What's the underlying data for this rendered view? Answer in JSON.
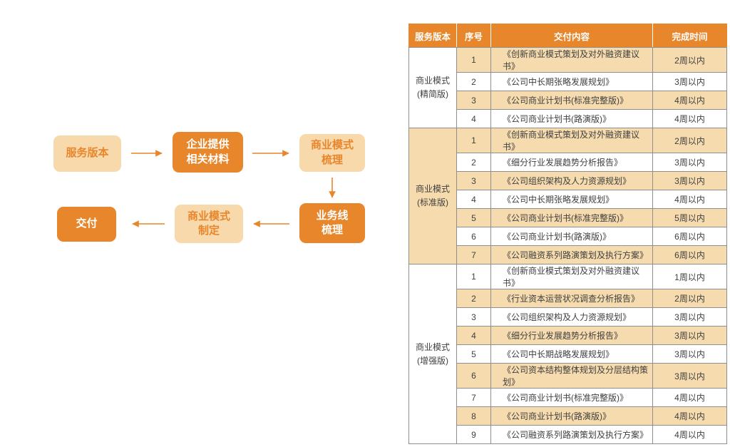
{
  "colors": {
    "accent_orange": "#E8862B",
    "light_box_fill": "#F7D9AC",
    "row_highlight": "#F6DBAE",
    "grid_border": "#8E8E8E",
    "body_text": "#3F3F3F"
  },
  "flowchart": {
    "nodes": [
      {
        "label": "服务版本",
        "style": "light"
      },
      {
        "label": "企业提供\n相关材料",
        "style": "solid"
      },
      {
        "label": "商业模式\n梳理",
        "style": "light"
      },
      {
        "label": "业务线\n梳理",
        "style": "solid"
      },
      {
        "label": "商业模式\n制定",
        "style": "light"
      },
      {
        "label": "交付",
        "style": "solid"
      }
    ],
    "arrow_color": "#E8862B"
  },
  "table": {
    "headers": [
      "服务版本",
      "序号",
      "交付内容",
      "完成时间"
    ],
    "sections": [
      {
        "label": "商业模式\n(精简版)",
        "rows": [
          {
            "no": "1",
            "content": "《创新商业模式策划及对外融资建议书》",
            "time": "2周以内"
          },
          {
            "no": "2",
            "content": "《公司中长期张略发展规划》",
            "time": "3周以内"
          },
          {
            "no": "3",
            "content": "《公司商业计划书(标准完整版)》",
            "time": "4周以内"
          },
          {
            "no": "4",
            "content": "《公司商业计划书(路演版)》",
            "time": "4周以内"
          }
        ]
      },
      {
        "label": "商业模式\n(标准版)",
        "rows": [
          {
            "no": "1",
            "content": "《创新商业模式策划及对外融资建议书》",
            "time": "2周以内"
          },
          {
            "no": "2",
            "content": "《细分行业发展趋势分析报告》",
            "time": "3周以内"
          },
          {
            "no": "3",
            "content": "《公司组织架构及人力资源规划》",
            "time": "3周以内"
          },
          {
            "no": "4",
            "content": "《公司中长期张略发展规划》",
            "time": "4周以内"
          },
          {
            "no": "5",
            "content": "《公司商业计划书(标准完整版)》",
            "time": "5周以内"
          },
          {
            "no": "6",
            "content": "《公司商业计划书(路演版)》",
            "time": "6周以内"
          },
          {
            "no": "7",
            "content": "《公司融资系列路演策划及执行方案》",
            "time": "6周以内"
          }
        ]
      },
      {
        "label": "商业模式\n(增强版)",
        "rows": [
          {
            "no": "1",
            "content": "《创新商业模式策划及对外融资建议书》",
            "time": "1周以内"
          },
          {
            "no": "2",
            "content": "《行业资本运营状况调查分析报告》",
            "time": "2周以内"
          },
          {
            "no": "3",
            "content": "《公司组织架构及人力资源规划》",
            "time": "3周以内"
          },
          {
            "no": "4",
            "content": "《细分行业发展趋势分析报告》",
            "time": "3周以内"
          },
          {
            "no": "5",
            "content": "《公司中长期战略发展规划》",
            "time": "3周以内"
          },
          {
            "no": "6",
            "content": "《公司资本结构整体规划及分层结构策划》",
            "time": "3周以内"
          },
          {
            "no": "7",
            "content": "《公司商业计划书(标准完整版)》",
            "time": "4周以内"
          },
          {
            "no": "8",
            "content": "《公司商业计划书(路演版)》",
            "time": "4周以内"
          },
          {
            "no": "9",
            "content": "《公司融资系列路演策划及执行方案》",
            "time": "4周以内"
          }
        ]
      }
    ]
  }
}
